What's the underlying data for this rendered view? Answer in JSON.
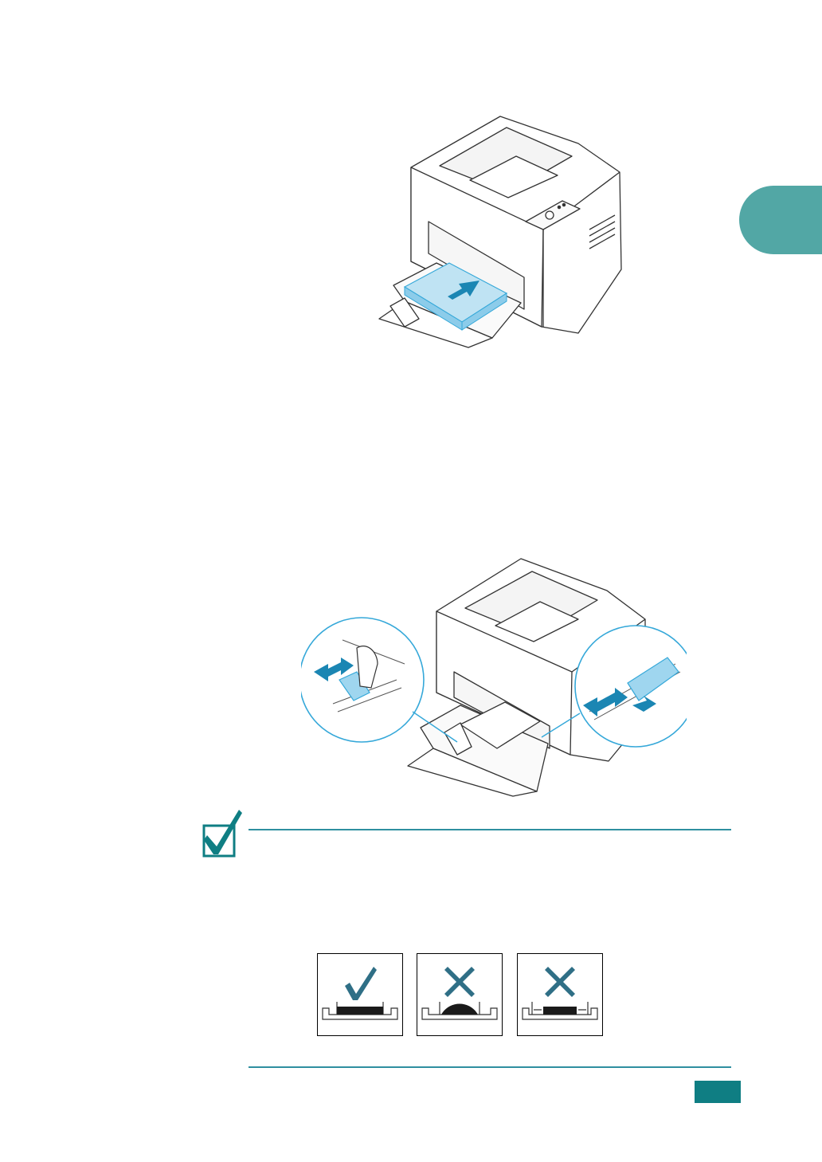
{
  "page": {
    "chapter_tab": {
      "color": "#52a7a5"
    },
    "figures": [
      {
        "name": "paper-loading-figure",
        "accent": "#35a8d9"
      },
      {
        "name": "paper-guides-adjust-figure",
        "accent": "#35a8d9"
      }
    ],
    "note": {
      "icon": "checkmark-note-icon",
      "rule_color": "#2f8fa0",
      "examples": [
        {
          "icon": "checkmark-icon",
          "state": "correct"
        },
        {
          "icon": "cross-icon",
          "state": "incorrect"
        },
        {
          "icon": "cross-icon",
          "state": "incorrect"
        }
      ]
    },
    "page_number_box": {
      "color": "#0f7e83"
    }
  }
}
